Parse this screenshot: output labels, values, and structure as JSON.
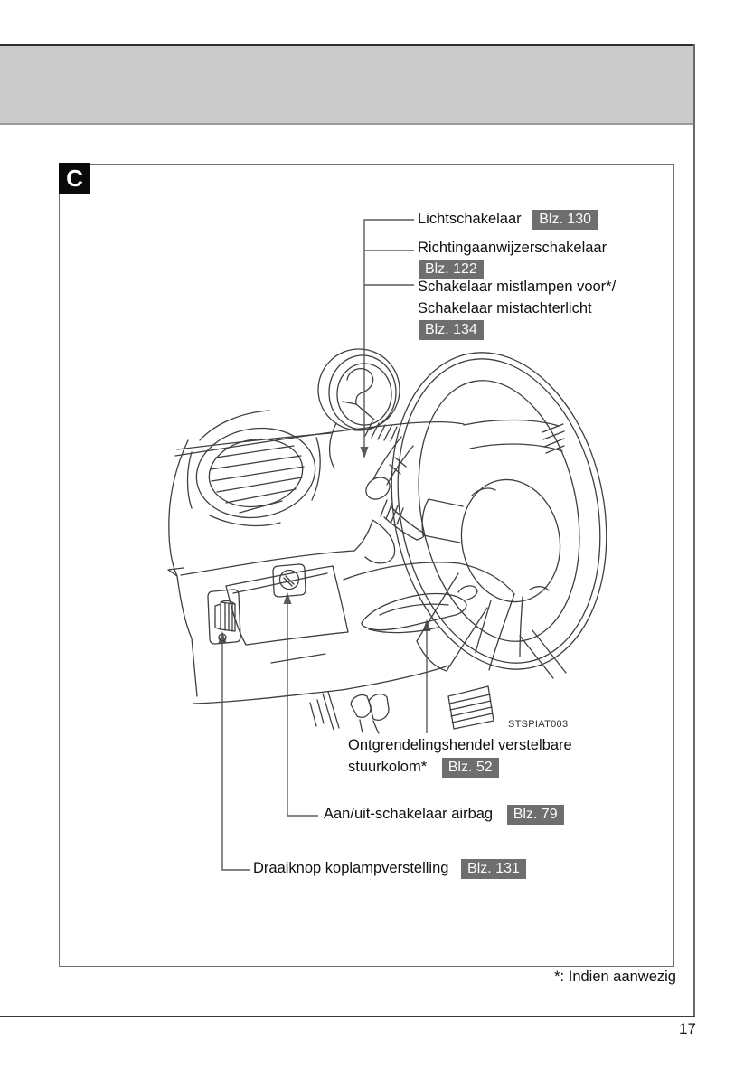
{
  "colors": {
    "band_bg": "#cbcbcb",
    "badge_bg": "#6e6e6e",
    "line": "#3f3f3f"
  },
  "section_tab": {
    "label": "C"
  },
  "callouts": {
    "light_switch": {
      "label": "Lichtschakelaar",
      "ref": "Blz. 130"
    },
    "turn_signal": {
      "label": "Richtingaanwijzerschakelaar",
      "ref": "Blz. 122"
    },
    "fog_lamps": {
      "line1": "Schakelaar mistlampen voor*/",
      "line2": "Schakelaar mistachterlicht",
      "ref": "Blz. 134"
    },
    "steering_column": {
      "line1": "Ontgrendelingshendel verstelbare",
      "line2": "stuurkolom*",
      "ref": "Blz. 52"
    },
    "airbag_switch": {
      "label": "Aan/uit-schakelaar airbag",
      "ref": "Blz. 79"
    },
    "headlight_leveling": {
      "label": "Draaiknop koplampverstelling",
      "ref": "Blz. 131"
    }
  },
  "figure": {
    "code": "STSPIAT003"
  },
  "footer": {
    "footnote": "*: Indien aanwezig",
    "page_number": "17"
  }
}
